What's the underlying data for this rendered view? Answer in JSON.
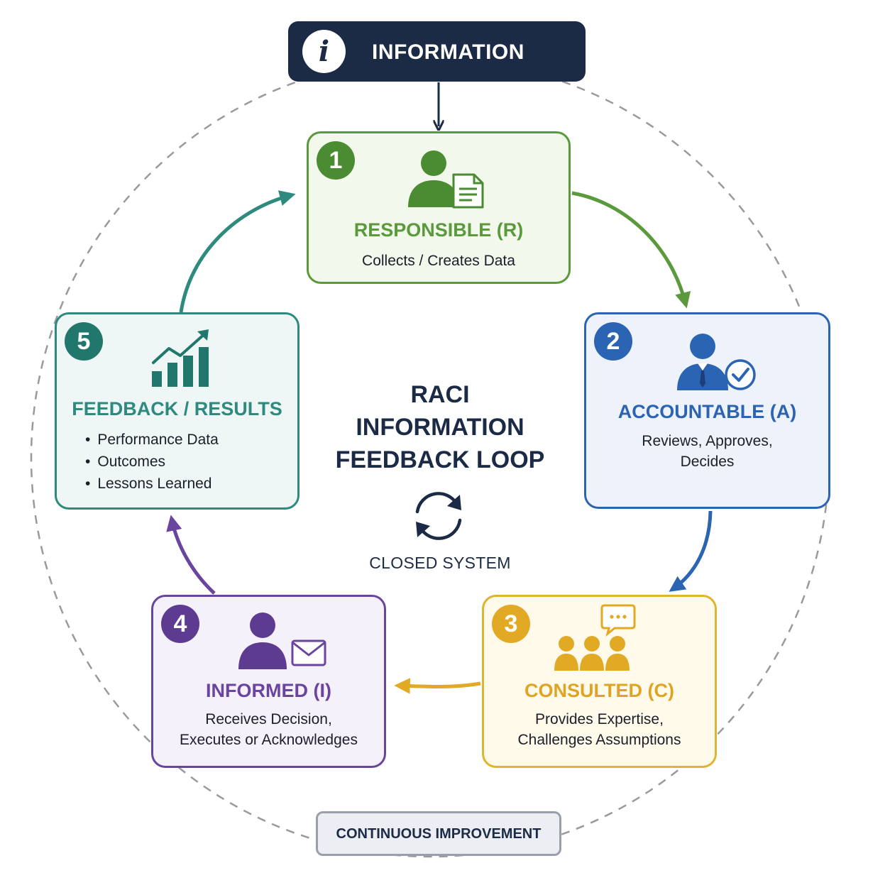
{
  "header": {
    "label": "INFORMATION",
    "icon": "info-icon"
  },
  "center": {
    "title_lines": [
      "RACI",
      "INFORMATION",
      "FEEDBACK LOOP"
    ],
    "cycle_icon": "refresh-icon",
    "subtitle": "CLOSED SYSTEM"
  },
  "footer": {
    "label": "CONTINUOUS IMPROVEMENT"
  },
  "steps": [
    {
      "number": "1",
      "title": "RESPONSIBLE (R)",
      "description": "Collects / Creates Data",
      "icon": "person-document-icon",
      "color": "#5a9a3c"
    },
    {
      "number": "2",
      "title": "ACCOUNTABLE (A)",
      "description_lines": [
        "Reviews, Approves,",
        "Decides"
      ],
      "icon": "person-check-icon",
      "color": "#2c64b4"
    },
    {
      "number": "3",
      "title": "CONSULTED (C)",
      "description_lines": [
        "Provides Expertise,",
        "Challenges Assumptions"
      ],
      "icon": "group-chat-icon",
      "color": "#e0a425"
    },
    {
      "number": "4",
      "title": "INFORMED (I)",
      "description_lines": [
        "Receives Decision,",
        "Executes or Acknowledges"
      ],
      "icon": "person-mail-icon",
      "color": "#6a45a0"
    },
    {
      "number": "5",
      "title": "FEEDBACK / RESULTS",
      "bullets": [
        "Performance Data",
        "Outcomes",
        "Lessons Learned"
      ],
      "icon": "bar-chart-trend-icon",
      "color": "#2e8a7e"
    }
  ]
}
